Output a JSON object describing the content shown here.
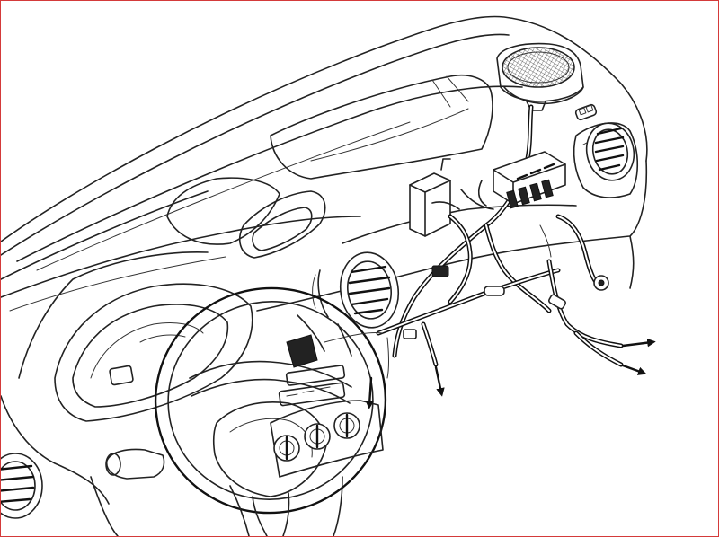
{
  "figure": {
    "kind": "technical line illustration",
    "frame_color": "#d43a3a",
    "line_color": "#222222",
    "background": "#ffffff"
  },
  "parts": [
    {
      "id": "dashboard-shell",
      "icon": "dashboard-outline"
    },
    {
      "id": "speaker",
      "icon": "speaker-grille"
    },
    {
      "id": "central-vent",
      "icon": "air-vent"
    },
    {
      "id": "right-vent",
      "icon": "air-vent"
    },
    {
      "id": "left-vent",
      "icon": "air-vent"
    },
    {
      "id": "glovebox-handle",
      "icon": "handle"
    },
    {
      "id": "wiring-harness",
      "icon": "cable-harness"
    },
    {
      "id": "fuse-connector-block",
      "icon": "connector-block"
    },
    {
      "id": "relay-module",
      "icon": "module-box"
    },
    {
      "id": "steering-wheel",
      "icon": "steering-wheel"
    },
    {
      "id": "instrument-cluster",
      "icon": "gauge-cluster"
    },
    {
      "id": "heater-controls",
      "icon": "rotary-knobs"
    },
    {
      "id": "column-stalk",
      "icon": "stalk-lever"
    }
  ],
  "arrows": [
    {
      "id": "arrow-down-left",
      "direction": "down"
    },
    {
      "id": "arrow-down-center",
      "direction": "down"
    },
    {
      "id": "arrow-right-upper",
      "direction": "right"
    },
    {
      "id": "arrow-right-lower",
      "direction": "right"
    }
  ]
}
